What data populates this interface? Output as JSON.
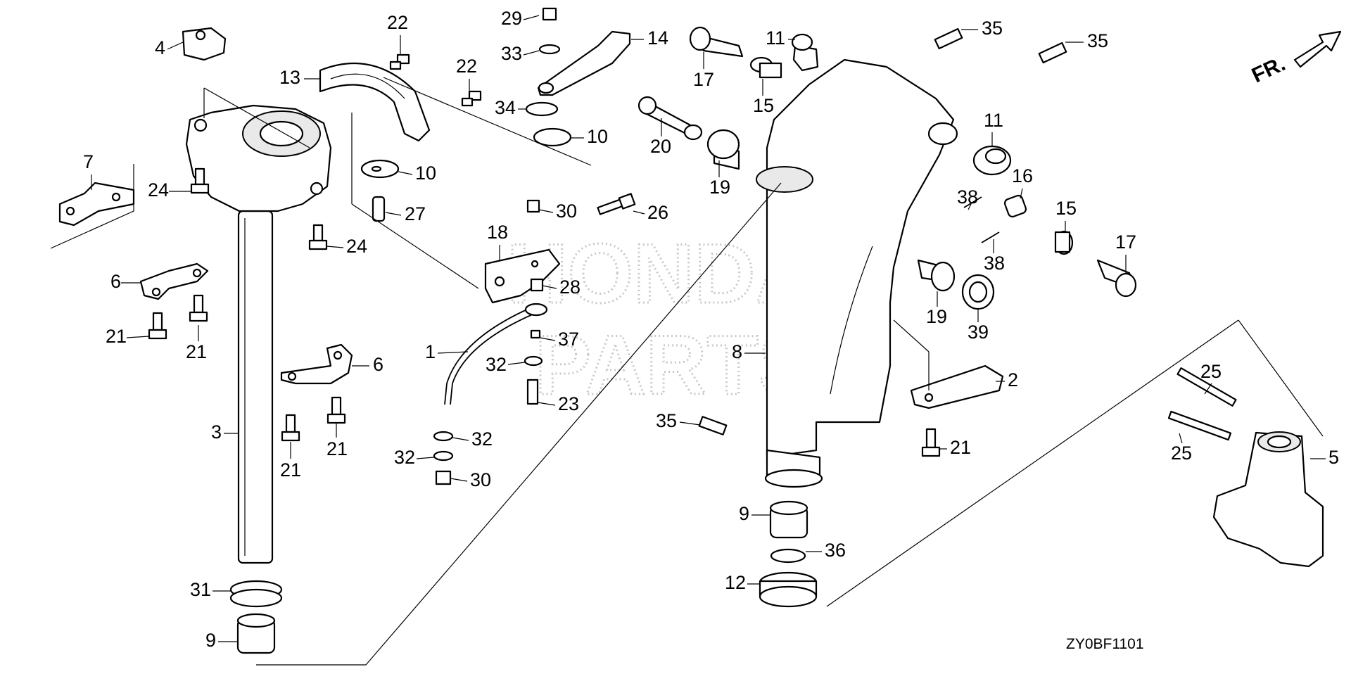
{
  "diagram": {
    "code": "ZY0BF1101",
    "watermark": [
      "HONDA",
      "PARTS"
    ],
    "direction_label": "FR.",
    "callouts": [
      {
        "id": "c29",
        "text": "29"
      },
      {
        "id": "c33",
        "text": "33"
      },
      {
        "id": "c14",
        "text": "14"
      },
      {
        "id": "c34",
        "text": "34"
      },
      {
        "id": "c10a",
        "text": "10"
      },
      {
        "id": "c10b",
        "text": "10"
      },
      {
        "id": "c22a",
        "text": "22"
      },
      {
        "id": "c22b",
        "text": "22"
      },
      {
        "id": "c13",
        "text": "13"
      },
      {
        "id": "c4",
        "text": "4"
      },
      {
        "id": "c27",
        "text": "27"
      },
      {
        "id": "c7",
        "text": "7"
      },
      {
        "id": "c24a",
        "text": "24"
      },
      {
        "id": "c24b",
        "text": "24"
      },
      {
        "id": "c6a",
        "text": "6"
      },
      {
        "id": "c21a",
        "text": "21"
      },
      {
        "id": "c21b",
        "text": "21"
      },
      {
        "id": "c6b",
        "text": "6"
      },
      {
        "id": "c21c",
        "text": "21"
      },
      {
        "id": "c21d",
        "text": "21"
      },
      {
        "id": "c3",
        "text": "3"
      },
      {
        "id": "c31",
        "text": "31"
      },
      {
        "id": "c9a",
        "text": "9"
      },
      {
        "id": "c30a",
        "text": "30"
      },
      {
        "id": "c26",
        "text": "26"
      },
      {
        "id": "c18",
        "text": "18"
      },
      {
        "id": "c28",
        "text": "28"
      },
      {
        "id": "c1",
        "text": "1"
      },
      {
        "id": "c37",
        "text": "37"
      },
      {
        "id": "c32a",
        "text": "32"
      },
      {
        "id": "c23",
        "text": "23"
      },
      {
        "id": "c32b",
        "text": "32"
      },
      {
        "id": "c32c",
        "text": "32"
      },
      {
        "id": "c30b",
        "text": "30"
      },
      {
        "id": "c17a",
        "text": "17"
      },
      {
        "id": "c15a",
        "text": "15"
      },
      {
        "id": "c11a",
        "text": "11"
      },
      {
        "id": "c20",
        "text": "20"
      },
      {
        "id": "c19a",
        "text": "19"
      },
      {
        "id": "c35a",
        "text": "35"
      },
      {
        "id": "c35b",
        "text": "35"
      },
      {
        "id": "c11b",
        "text": "11"
      },
      {
        "id": "c38a",
        "text": "38"
      },
      {
        "id": "c16",
        "text": "16"
      },
      {
        "id": "c15b",
        "text": "15"
      },
      {
        "id": "c17b",
        "text": "17"
      },
      {
        "id": "c38b",
        "text": "38"
      },
      {
        "id": "c19b",
        "text": "19"
      },
      {
        "id": "c39",
        "text": "39"
      },
      {
        "id": "c8",
        "text": "8"
      },
      {
        "id": "c2",
        "text": "2"
      },
      {
        "id": "c21e",
        "text": "21"
      },
      {
        "id": "c35c",
        "text": "35"
      },
      {
        "id": "c9b",
        "text": "9"
      },
      {
        "id": "c36",
        "text": "36"
      },
      {
        "id": "c12",
        "text": "12"
      },
      {
        "id": "c25a",
        "text": "25"
      },
      {
        "id": "c25b",
        "text": "25"
      },
      {
        "id": "c5",
        "text": "5"
      }
    ]
  }
}
